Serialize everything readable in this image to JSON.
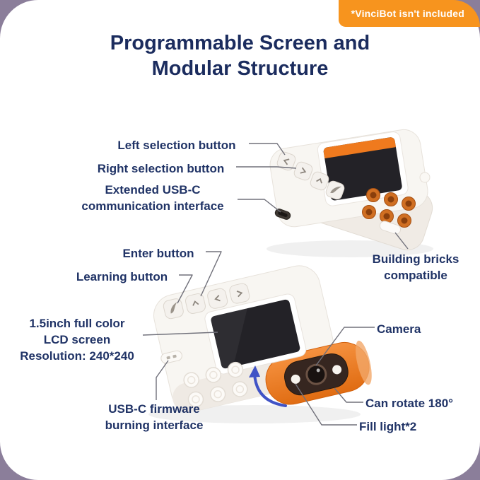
{
  "badge": {
    "text": "*VinciBot isn't included"
  },
  "title": {
    "text": "Programmable Screen and\nModular Structure"
  },
  "colors": {
    "background": "#8B7E9A",
    "panel": "#FFFFFF",
    "badge_bg": "#F7941E",
    "heading": "#1B2C5E",
    "label": "#203366",
    "leader_line": "#70707A",
    "device_orange": "#EE7A23",
    "screen_dark": "#232227",
    "arrow_blue": "#4053C6"
  },
  "annotations": {
    "left_selection": "Left selection button",
    "right_selection": "Right selection button",
    "extended_usbc": "Extended USB-C\ncommunication interface",
    "building_bricks": "Building bricks\ncompatible",
    "enter": "Enter button",
    "learning": "Learning button",
    "lcd": "1.5inch full color\nLCD screen\nResolution: 240*240",
    "camera": "Camera",
    "usbc_firmware": "USB-C firmware\nburning interface",
    "rotate": "Can rotate 180°",
    "fill_light": "Fill light*2"
  },
  "icons": {
    "learning_button": "feather",
    "enter_button": "chevron-up",
    "left_selection_button": "chevron-left",
    "right_selection_button": "chevron-right",
    "rotation_indicator": "curved-arrow"
  }
}
